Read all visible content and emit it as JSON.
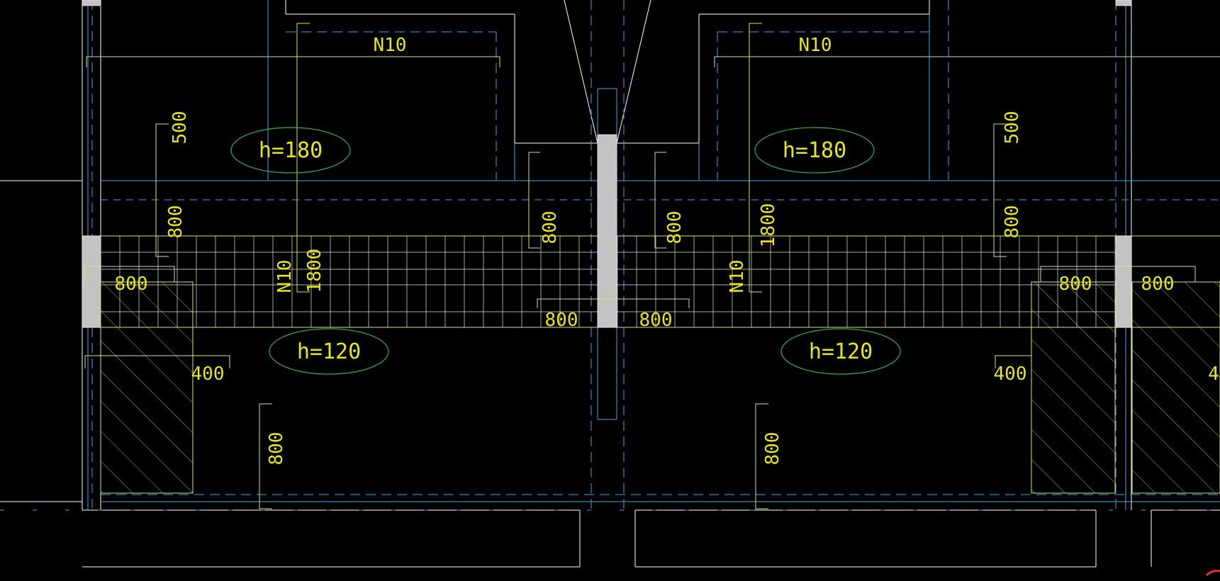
{
  "drawing": {
    "colors": {
      "background": "#000000",
      "wall_line": "#ffffff",
      "axis_line": "#3aa7e6",
      "dim_line": "#e6e619",
      "rebar_line": "#d9e36a",
      "label_ellipse": "#2fb24a",
      "column_fill": "#c3c3c3",
      "grid_line": "#ffffff"
    },
    "slab_labels": [
      {
        "text": "h=180",
        "id": "slab-h180-left"
      },
      {
        "text": "h=180",
        "id": "slab-h180-right"
      },
      {
        "text": "h=120",
        "id": "slab-h120-left"
      },
      {
        "text": "h=120",
        "id": "slab-h120-right"
      }
    ],
    "rebar_labels": [
      {
        "text": "N10",
        "id": "rebar-n10-top-left"
      },
      {
        "text": "N10",
        "id": "rebar-n10-top-right"
      },
      {
        "text": "N10",
        "id": "rebar-n10-mid-left"
      },
      {
        "text": "N10",
        "id": "rebar-n10-mid-right"
      }
    ],
    "dimensions": [
      {
        "text": "500",
        "id": "dim-500-left"
      },
      {
        "text": "500",
        "id": "dim-500-right"
      },
      {
        "text": "800",
        "id": "dim-800-left-vert"
      },
      {
        "text": "800",
        "id": "dim-800-right-vert"
      },
      {
        "text": "800",
        "id": "dim-800-center-left-vert"
      },
      {
        "text": "800",
        "id": "dim-800-center-right-vert"
      },
      {
        "text": "1800",
        "id": "dim-1800-left"
      },
      {
        "text": "1800",
        "id": "dim-1800-right"
      },
      {
        "text": "800",
        "id": "dim-800-left-horiz"
      },
      {
        "text": "800",
        "id": "dim-800-center-left-horiz"
      },
      {
        "text": "800",
        "id": "dim-800-center-right-horiz"
      },
      {
        "text": "800",
        "id": "dim-800-right-horiz-a"
      },
      {
        "text": "800",
        "id": "dim-800-right-horiz-b"
      },
      {
        "text": "400",
        "id": "dim-400-left"
      },
      {
        "text": "400",
        "id": "dim-400-right"
      },
      {
        "text": "4",
        "id": "dim-4-edge"
      },
      {
        "text": "800",
        "id": "dim-800-bottom-left"
      },
      {
        "text": "800",
        "id": "dim-800-bottom-right"
      }
    ]
  }
}
